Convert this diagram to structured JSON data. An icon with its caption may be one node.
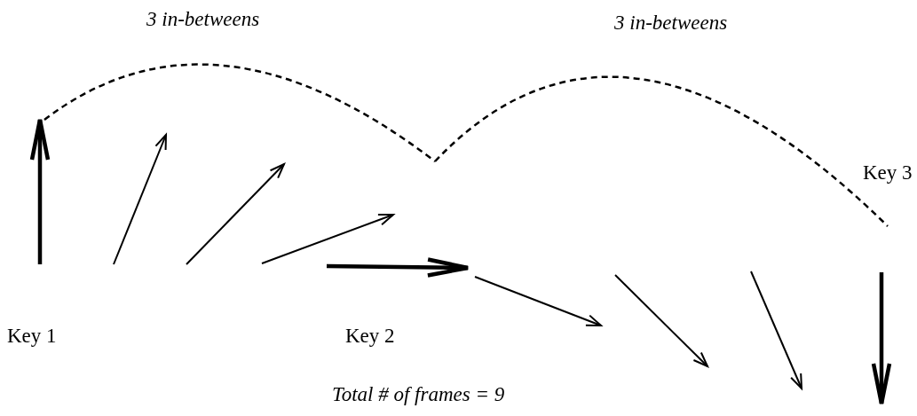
{
  "diagram": {
    "labels": [
      "3 in-betweens",
      "3 in-betweens",
      "Key 3",
      "Key 1",
      "Key 2",
      "Total # of frames = 9"
    ]
  }
}
